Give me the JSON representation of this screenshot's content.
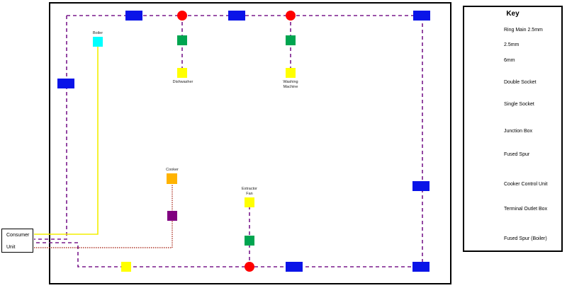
{
  "colors": {
    "ring_main": "#7a1a8c",
    "line_2_5mm": "#f4ef00",
    "line_6mm": "#b03a2e",
    "double_socket": "#0a14e8",
    "single_socket": "#ffff00",
    "junction_box": "#ff0000",
    "fused_spur": "#00a550",
    "cooker_control_unit": "#800080",
    "terminal_outlet_box": "#ffb300",
    "fused_spur_boiler": "#00ffff"
  },
  "diagram": {
    "labels": {
      "boiler": "Boiler",
      "dishwasher": "Dishwasher",
      "washing_machine": "Washing Machine",
      "cooker": "Cooker",
      "extractor_fan": "Extractor Fan"
    },
    "consumer_unit": {
      "line1": "Consumer",
      "line2": "Unit"
    }
  },
  "key": {
    "title": "Key",
    "items": [
      {
        "label": "Ring Main 2.5mm",
        "kind": "dash-line",
        "icon": "ring-main-line-icon"
      },
      {
        "label": "2.5mm",
        "kind": "solid-line",
        "icon": "solid-yellow-line-icon"
      },
      {
        "label": "6mm",
        "kind": "dot-line",
        "icon": "dotted-red-line-icon"
      },
      {
        "label": "Double Socket",
        "kind": "double-socket",
        "icon": "double-socket-icon"
      },
      {
        "label": "Single Socket",
        "kind": "single-socket",
        "icon": "single-socket-icon"
      },
      {
        "label": "Junction Box",
        "kind": "junction-box",
        "icon": "junction-box-icon"
      },
      {
        "label": "Fused Spur",
        "kind": "fused-spur",
        "icon": "fused-spur-icon"
      },
      {
        "label": "Cooker Control Unit",
        "kind": "cooker-control",
        "icon": "cooker-control-unit-icon"
      },
      {
        "label": "Terminal Outlet Box",
        "kind": "terminal-outlet",
        "icon": "terminal-outlet-box-icon"
      },
      {
        "label": "Fused Spur (Boiler)",
        "kind": "fused-spur-boiler",
        "icon": "fused-spur-boiler-icon"
      }
    ]
  }
}
